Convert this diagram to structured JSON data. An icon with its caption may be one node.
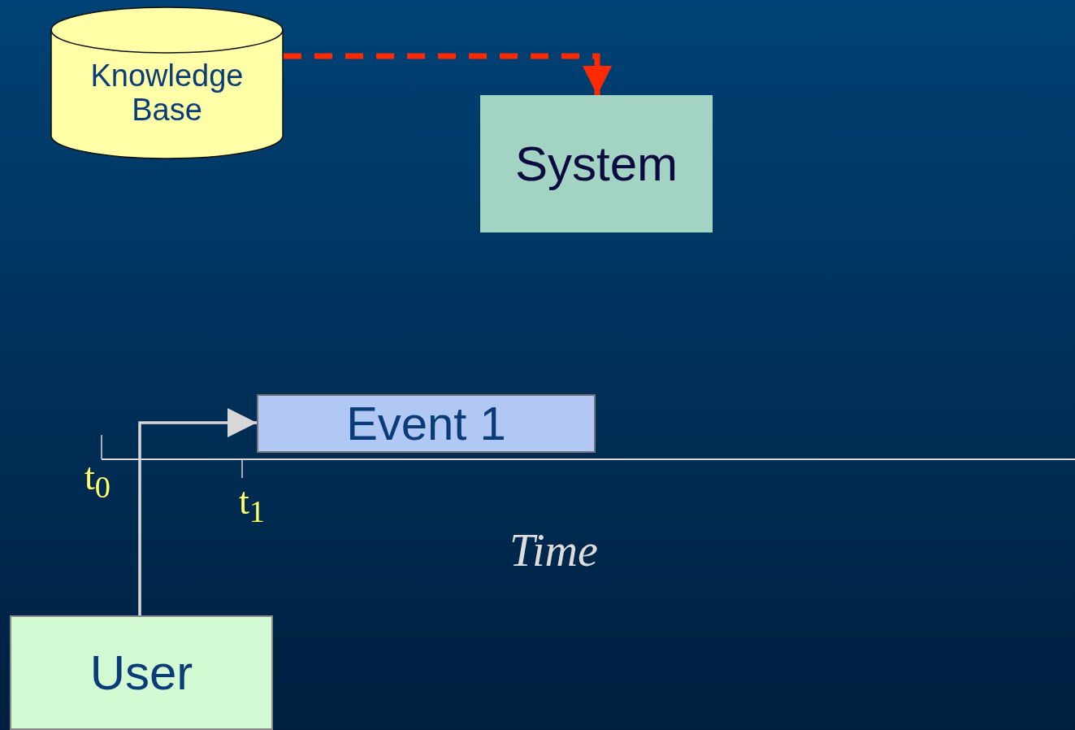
{
  "diagram": {
    "nodes": [
      {
        "text": [
          "Knowledge Base"
        ]
      },
      {
        "text": [
          "System"
        ]
      },
      {
        "text": [
          "Event 1"
        ]
      },
      {
        "text": [
          "User"
        ]
      }
    ],
    "edges": [
      {
        "from": 0,
        "to": 1,
        "arrow": "to",
        "style": "dashed",
        "color": "#ff2a00"
      },
      {
        "from": 3,
        "to": 2,
        "arrow": "to",
        "color": "#d8d8d8"
      }
    ],
    "labels": [
      "t$_{0}$",
      "t$_{1}$",
      "Time"
    ]
  }
}
